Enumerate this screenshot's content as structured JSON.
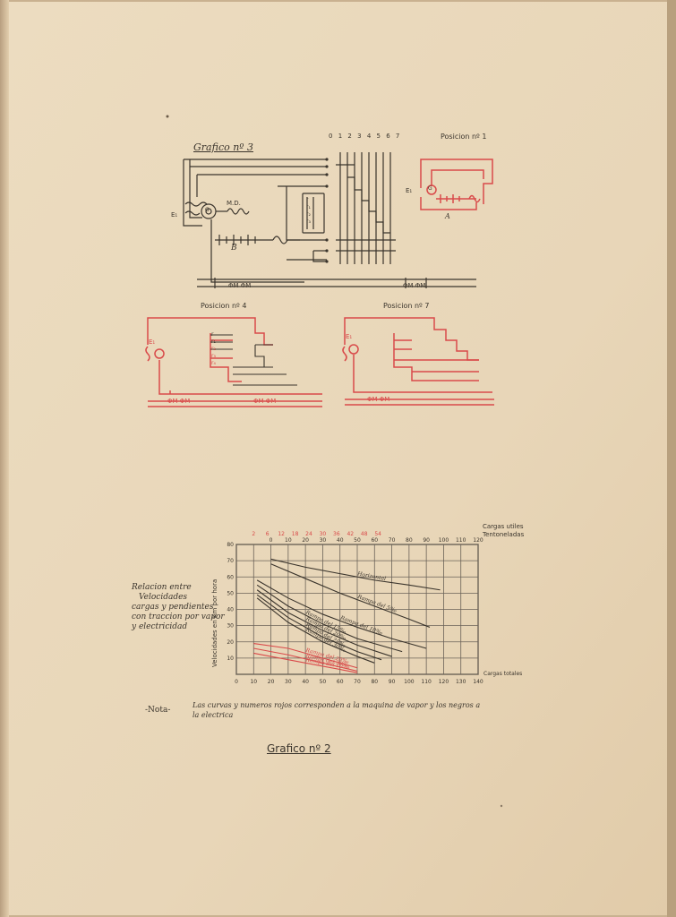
{
  "colors": {
    "paper": "#ead9bd",
    "ink": "#3a342c",
    "red_ink": "#d94a4a",
    "grid": "#6a6258"
  },
  "diagrams": {
    "grafico3_title": "Grafico nº 3",
    "pos1_title": "Posicion nº 1",
    "pos4_title": "Posicion nº 4",
    "pos7_title": "Posicion nº 7",
    "contacts": [
      "0",
      "1",
      "2",
      "3",
      "4",
      "5",
      "6",
      "7"
    ],
    "label_md": "M.D.",
    "label_b": "B",
    "label_a": "A",
    "label_e1": "E₁",
    "label_g": "G",
    "label_r": "r",
    "label_r1": "r₁",
    "label_r2": "r₂",
    "label_r3": "r₃",
    "label_r4": "r₄",
    "label_m": "M",
    "label_phi": "Φ",
    "label_phim_pair": "ΦM ΦM"
  },
  "chart": {
    "left_caption_1": "Relacion entre",
    "left_caption_2": "Velocidades",
    "left_caption_3": "cargas y pendientes",
    "left_caption_4": "con traccion por vapor",
    "left_caption_5": "y electricidad",
    "ylabel": "Velocidades en Km por hora",
    "top_label_1": "Cargas utiles",
    "top_label_2": "Tentoneladas",
    "bottom_label": "Cargas totales"
  },
  "chart_data": {
    "type": "line",
    "xlabel": "Cargas totales",
    "ylabel": "Velocidades en Km por hora",
    "xlim": [
      0,
      140
    ],
    "ylim": [
      0,
      80
    ],
    "x_ticks": [
      "0",
      "10",
      "20",
      "30",
      "40",
      "50",
      "60",
      "70",
      "80",
      "90",
      "100",
      "110",
      "120",
      "130",
      "140"
    ],
    "y_ticks": [
      "10",
      "20",
      "30",
      "40",
      "50",
      "60",
      "70",
      "80"
    ],
    "top_ticks_black": [
      "0",
      "10",
      "20",
      "30",
      "40",
      "50",
      "60",
      "70",
      "80",
      "90",
      "100",
      "110",
      "120"
    ],
    "top_ticks_red": [
      "2",
      "6",
      "12",
      "18",
      "24",
      "30",
      "36",
      "42",
      "48",
      "54"
    ],
    "series": [
      {
        "name": "Horizontal",
        "color": "black",
        "x": [
          20,
          40,
          60,
          80,
          100,
          118
        ],
        "y": [
          71,
          66,
          62,
          58,
          55,
          52
        ]
      },
      {
        "name": "Rampa del 5‰",
        "color": "black",
        "x": [
          20,
          40,
          60,
          80,
          100,
          112
        ],
        "y": [
          68,
          59,
          50,
          42,
          34,
          29
        ]
      },
      {
        "name": "Rampa del 10‰",
        "color": "black",
        "x": [
          12,
          30,
          50,
          70,
          90,
          110
        ],
        "y": [
          58,
          47,
          37,
          29,
          22,
          16
        ]
      },
      {
        "name": "Rampa del 15‰",
        "color": "black",
        "x": [
          12,
          30,
          50,
          70,
          96
        ],
        "y": [
          55,
          42,
          31,
          22,
          14
        ]
      },
      {
        "name": "Rampa del 20‰",
        "color": "black",
        "x": [
          12,
          30,
          50,
          70,
          90
        ],
        "y": [
          52,
          38,
          27,
          18,
          11
        ]
      },
      {
        "name": "Rampa del 25‰",
        "color": "black",
        "x": [
          12,
          30,
          50,
          70,
          84
        ],
        "y": [
          49,
          35,
          23,
          14,
          9
        ]
      },
      {
        "name": "Rampa del 30‰",
        "color": "black",
        "x": [
          12,
          30,
          50,
          70,
          80
        ],
        "y": [
          47,
          32,
          20,
          11,
          7
        ]
      },
      {
        "name": "Rampa del 20‰",
        "color": "red",
        "x": [
          10,
          30,
          50,
          70
        ],
        "y": [
          19,
          16,
          10,
          4
        ]
      },
      {
        "name": "Rampa del 30‰",
        "color": "red",
        "x": [
          10,
          30,
          50,
          70
        ],
        "y": [
          16,
          12,
          7,
          2
        ]
      },
      {
        "name": "Rampa del 10‰",
        "color": "red",
        "x": [
          10,
          30,
          50,
          70
        ],
        "y": [
          13,
          9,
          5,
          1
        ]
      }
    ]
  },
  "note": {
    "label": "-Nota-",
    "text_1": "Las curvas y numeros rojos corresponden a la maquina de vapor y los negros a",
    "text_2": "la electrica"
  },
  "footer_title": "Grafico nº 2"
}
